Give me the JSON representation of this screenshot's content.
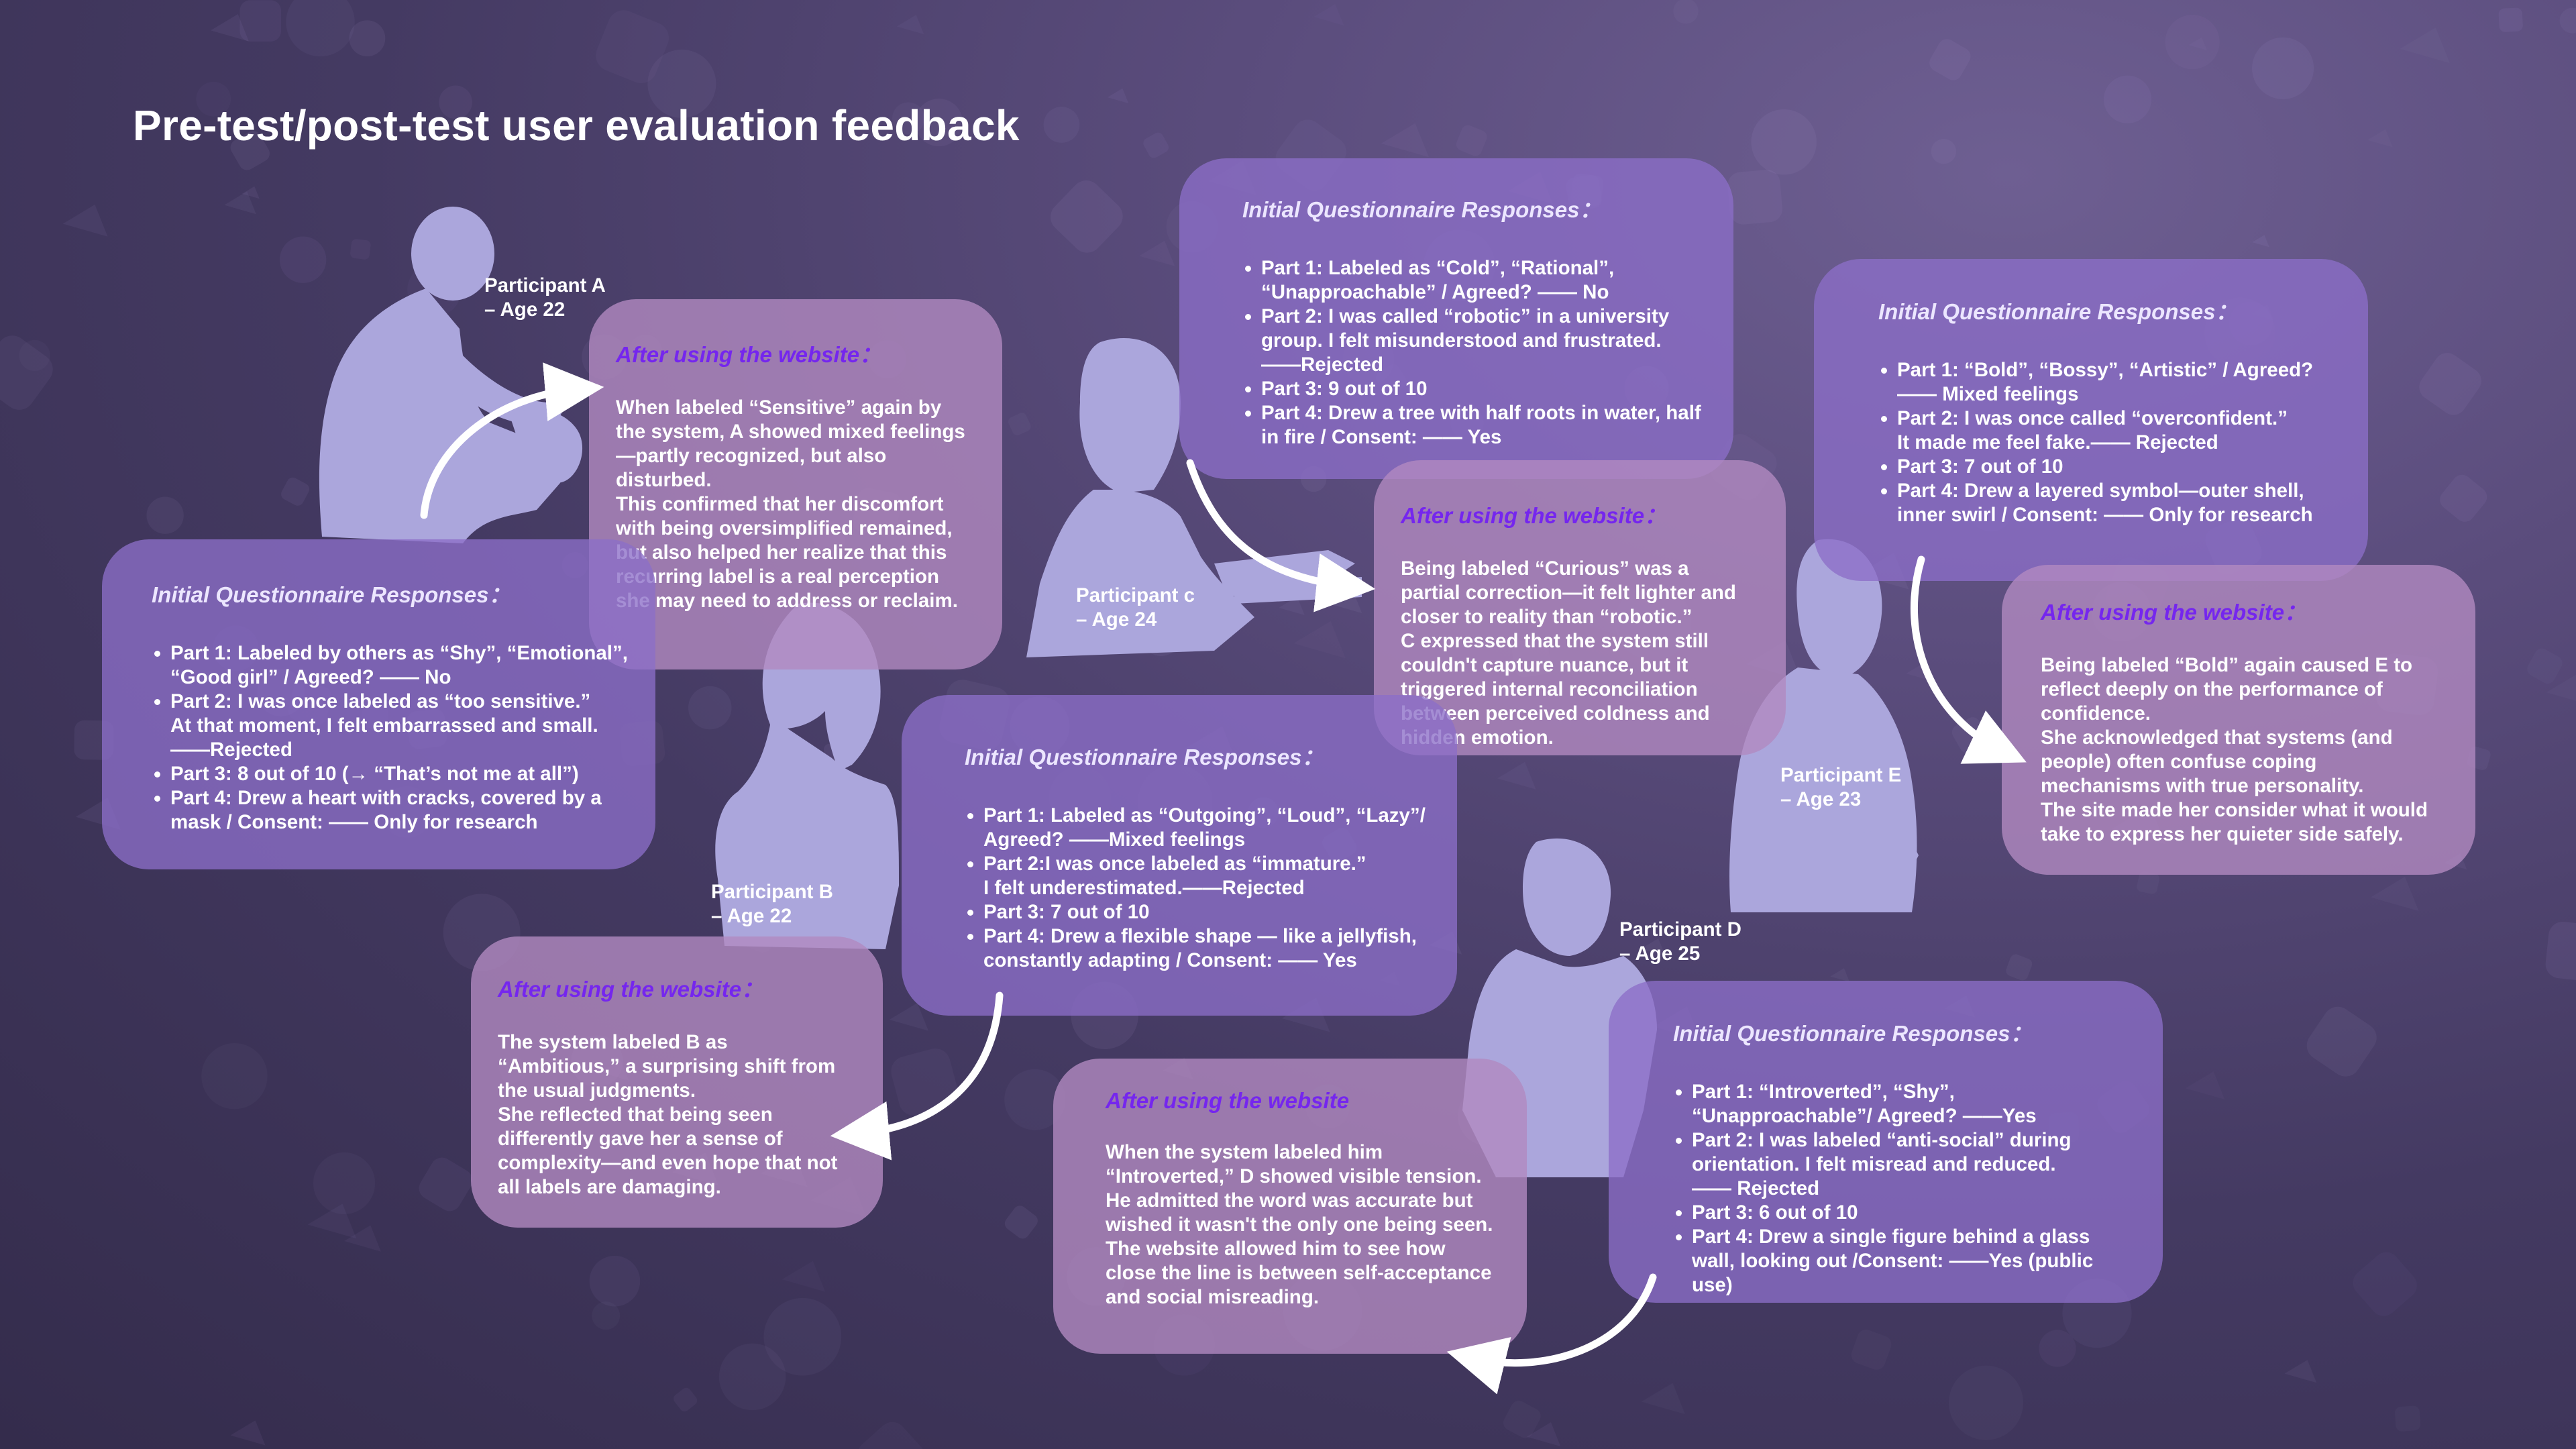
{
  "title": "Pre-test/post-test user evaluation feedback",
  "colors": {
    "after_heading": "#7526ee",
    "initial_card": "#8c6ec8",
    "after_card": "#b28ac0",
    "silhouette": "#aba6dc",
    "background": "#4a3e6a"
  },
  "participants": {
    "A": {
      "label": "Participant A\n– Age 22",
      "initial_title": "Initial Questionnaire Responses：",
      "initial_items": [
        "Part 1: Labeled by others as “Shy”, “Emotional”, “Good girl” / Agreed? —— No",
        "Part 2: I was once labeled as “too sensitive.”\n  At that moment, I felt embarrassed and small.\n  ——Rejected",
        "Part 3: 8 out of 10 (→ “That’s not me at all”)",
        "Part 4: Drew a heart with cracks, covered by a mask / Consent: —— Only for research"
      ],
      "after_title": "After using the website：",
      "after_text": "When labeled “Sensitive” again by the system, A showed mixed feelings—partly recognized, but also disturbed.\n This confirmed that her discomfort with being oversimplified remained, but also helped her realize that this recurring label is a real perception she may need to address or reclaim."
    },
    "B": {
      "label": "Participant B\n– Age 22",
      "initial_title": "Initial Questionnaire Responses：",
      "initial_items": [
        "Part 1: Labeled as “Outgoing”, “Loud”, “Lazy”/ Agreed? ——Mixed feelings",
        "Part 2:I was once labeled as “immature.”\n I felt underestimated.——Rejected",
        "Part 3: 7 out of 10",
        "Part 4: Drew a flexible shape — like a jellyfish, constantly adapting / Consent: —— Yes"
      ],
      "after_title": "After using the website：",
      "after_text": "The system labeled B as “Ambitious,” a surprising shift from the usual judgments.\n She reflected that being seen differently gave her a sense of complexity—and even hope that not all labels are damaging."
    },
    "C": {
      "label": "Participant c\n– Age 24",
      "initial_title": "Initial Questionnaire Responses：",
      "initial_items": [
        "Part 1: Labeled as “Cold”, “Rational”, “Unapproachable” / Agreed? —— No",
        "Part 2: I was called “robotic” in a university group. I felt misunderstood and frustrated.\n ——Rejected",
        "Part 3: 9 out of 10",
        "Part 4: Drew a tree with half roots in water, half in fire / Consent: —— Yes"
      ],
      "after_title": "After using the website：",
      "after_text": "Being labeled “Curious” was a partial correction—it felt lighter and closer to reality than “robotic.”\n C expressed that the system still couldn't capture nuance, but it triggered internal reconciliation between perceived coldness and hidden emotion."
    },
    "D": {
      "label": "Participant D\n– Age 25",
      "initial_title": "Initial Questionnaire Responses：",
      "initial_items": [
        "Part 1: “Introverted”, “Shy”, “Unapproachable”/ Agreed? ——Yes",
        "Part 2: I was labeled “anti-social” during orientation. I felt misread and reduced.\n —— Rejected",
        "Part 3: 6 out of 10",
        "Part 4: Drew a single figure behind a glass wall, looking out /Consent: ——Yes (public use)"
      ],
      "after_title": "After using the website",
      "after_text": "When the system labeled him “Introverted,” D showed visible tension.\n He admitted the word was accurate but wished it wasn't the only one being seen.\n The website allowed him to see how close the line is between self-acceptance and social misreading."
    },
    "E": {
      "label": "Participant E\n– Age 23",
      "initial_title": "Initial Questionnaire Responses：",
      "initial_items": [
        "Part 1: “Bold”, “Bossy”, “Artistic” / Agreed? —— Mixed feelings",
        "Part 2: I was once called “overconfident.”\n It made me feel fake.—— Rejected",
        "Part 3: 7 out of 10",
        "Part 4: Drew a layered symbol—outer shell, inner swirl / Consent: —— Only for research"
      ],
      "after_title": "After using the website：",
      "after_text": "Being labeled “Bold” again caused E to reflect deeply on the performance of confidence.\n She acknowledged that systems (and people) often confuse coping mechanisms with true personality.\n The site made her consider what it would take to express her quieter side safely."
    }
  }
}
